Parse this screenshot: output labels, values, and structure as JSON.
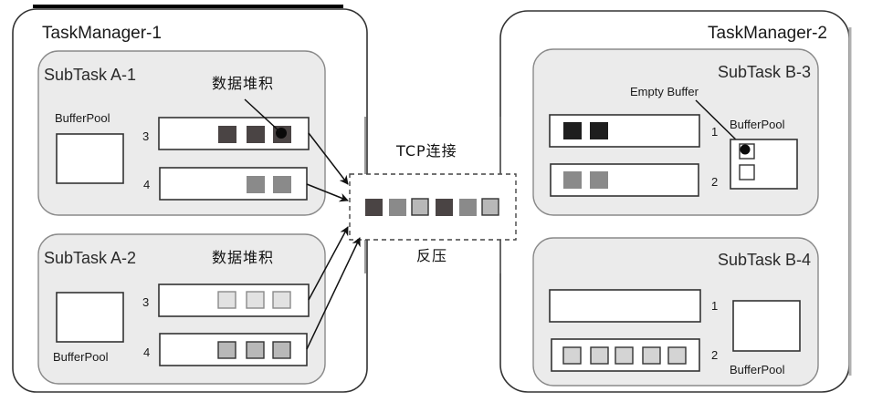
{
  "diagram": {
    "title": "Flink backpressure across TaskManagers",
    "colors": {
      "dark": "#4a4444",
      "medium": "#8a8a8a",
      "light": "#b8b8b8",
      "black": "#1e1e1e",
      "pale": "#d4d4d4"
    },
    "taskmanager_1": {
      "label": "TaskManager-1",
      "subtask_a1": {
        "label": "SubTask A-1",
        "annotation": "数据堆积",
        "bufferpool_label": "BufferPool",
        "queues": [
          {
            "id": "3",
            "buffers": [
              "dark",
              "dark",
              "dark-marked"
            ]
          },
          {
            "id": "4",
            "buffers": [
              "medium",
              "medium"
            ]
          }
        ]
      },
      "subtask_a2": {
        "label": "SubTask A-2",
        "annotation": "数据堆积",
        "bufferpool_label": "BufferPool",
        "queues": [
          {
            "id": "3",
            "buffers": [
              "pale-outline",
              "pale-outline",
              "pale-outline"
            ]
          },
          {
            "id": "4",
            "buffers": [
              "light-outline",
              "light-outline",
              "light-outline"
            ]
          }
        ]
      }
    },
    "network": {
      "top_label": "TCP连接",
      "bottom_label": "反压",
      "buffers": [
        "dark",
        "medium",
        "light-outline",
        "dark",
        "medium",
        "light-outline"
      ]
    },
    "taskmanager_2": {
      "label": "TaskManager-2",
      "subtask_b3": {
        "label": "SubTask B-3",
        "annotation": "Empty Buffer",
        "bufferpool_label": "BufferPool",
        "queues": [
          {
            "id": "1",
            "buffers": [
              "black",
              "black"
            ]
          },
          {
            "id": "2",
            "buffers": [
              "medium",
              "medium"
            ]
          }
        ]
      },
      "subtask_b4": {
        "label": "SubTask B-4",
        "bufferpool_label": "BufferPool",
        "queues": [
          {
            "id": "1",
            "buffers": []
          },
          {
            "id": "2",
            "buffers": [
              "light-outline",
              "light-outline",
              "light-outline",
              "light-outline",
              "light-outline"
            ]
          }
        ]
      }
    }
  }
}
